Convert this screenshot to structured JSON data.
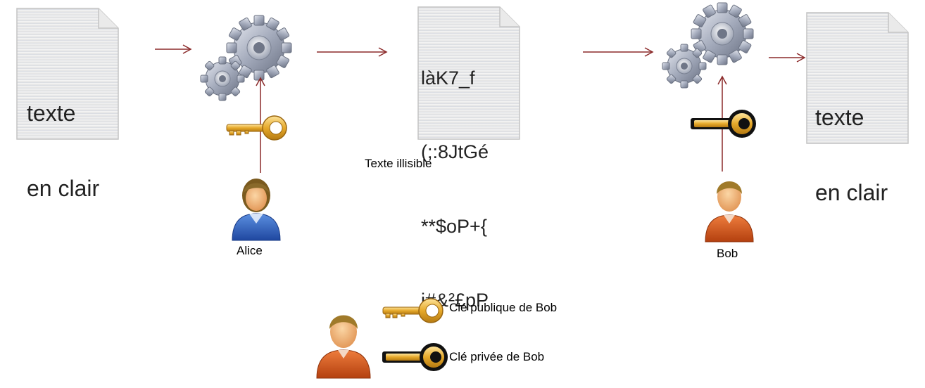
{
  "documents": {
    "plaintext_left": {
      "line1": "texte",
      "line2": "en clair"
    },
    "ciphertext": {
      "line1": "làK7_f",
      "line2": "(;:8JtGé",
      "line3": "**$oP+{",
      "line4": "j#&²£pP"
    },
    "plaintext_right": {
      "line1": "texte",
      "line2": "en clair"
    }
  },
  "labels": {
    "ciphertext_caption": "Texte illisible",
    "alice": "Alice",
    "bob": "Bob"
  },
  "legend": {
    "public_key": "Clé publique de Bob",
    "private_key": "Clé privée de Bob"
  },
  "colors": {
    "arrow": "#8b2a2a",
    "public_key": "#e8a92a",
    "private_key": "#111111",
    "gear": "#9aa3b8",
    "alice_shirt": "#2f5fb8",
    "bob_shirt": "#d2561e",
    "skin": "#f2b06b",
    "hair": "#8a6a2a"
  },
  "icons": [
    "document-icon",
    "gears-icon",
    "public-key-icon",
    "private-key-icon",
    "alice-avatar-icon",
    "bob-avatar-icon"
  ]
}
